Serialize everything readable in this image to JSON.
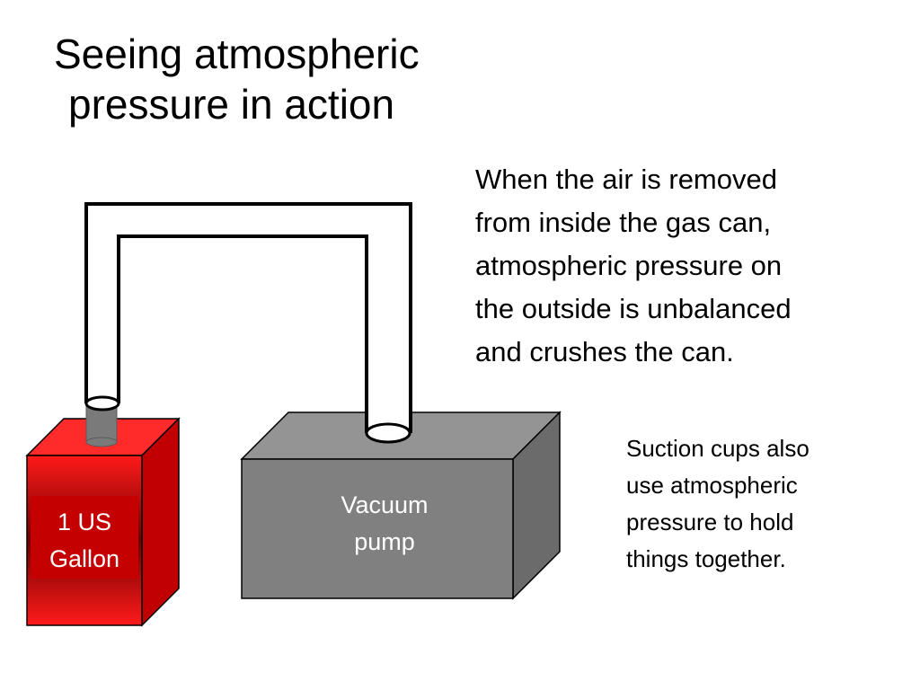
{
  "slide": {
    "title_lines": [
      "Seeing atmospheric",
      "pressure in action"
    ],
    "explanation_lines": [
      "When the air is removed",
      "from inside the gas can,",
      "atmospheric pressure on",
      "the outside is unbalanced",
      "and crushes the can."
    ],
    "note_lines": [
      "Suction cups also",
      "use atmospheric",
      "pressure to hold",
      "things together."
    ]
  },
  "diagram": {
    "gas_can": {
      "label_lines": [
        "1 US",
        "Gallon"
      ],
      "colors": {
        "front": "#d80f0f",
        "top": "#ff2a2a",
        "side": "#b50000",
        "label_bg": "#c40000",
        "label_text": "#ffffff"
      }
    },
    "vacuum_pump": {
      "label_lines": [
        "Vacuum",
        "pump"
      ],
      "colors": {
        "front": "#808080",
        "top": "#949494",
        "side": "#6b6b6b",
        "label_text": "#ffffff"
      }
    },
    "hose": {
      "color": "#ffffff",
      "outline": "#000000"
    },
    "nozzle": {
      "color": "#7a7a7a"
    }
  }
}
